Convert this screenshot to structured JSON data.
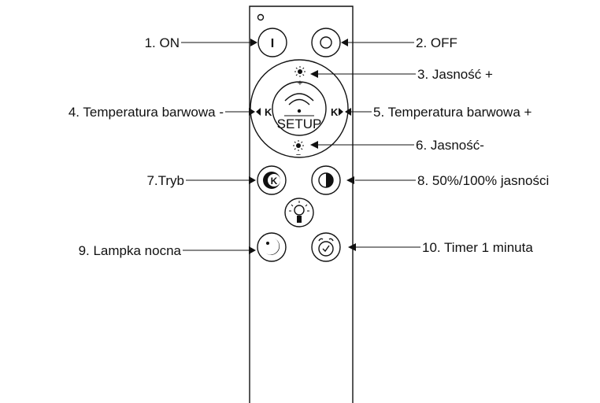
{
  "labels": {
    "on": "1. ON",
    "off": "2. OFF",
    "bright_up": "3. Jasność +",
    "temp_down": "4. Temperatura barwowa -",
    "temp_up": "5. Temperatura barwowa +",
    "bright_down": "6. Jasność-",
    "mode": "7.Tryb",
    "brightness_50_100": "8. 50%/100% jasności",
    "night_light": "9. Lampka nocna",
    "timer": "10. Timer 1 minuta"
  },
  "remote": {
    "setup_label": "SETUP",
    "k_left": "K",
    "k_right": "K",
    "mode_k": "K",
    "on_symbol": "I",
    "plus_sign": "+",
    "minus_sign": "−"
  },
  "colors": {
    "ink": "#111111",
    "background": "#ffffff"
  },
  "icons": [
    "power-on-icon",
    "power-off-icon",
    "brightness-up-icon",
    "wifi-icon",
    "brightness-down-icon",
    "mode-icon",
    "half-circle-icon",
    "lightbulb-icon",
    "moon-icon",
    "alarm-clock-icon"
  ]
}
